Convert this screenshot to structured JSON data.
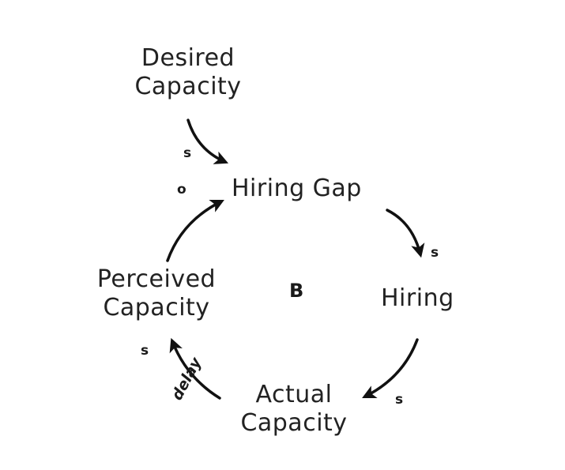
{
  "nodes": {
    "desired_capacity": [
      "Desired",
      "Capacity"
    ],
    "hiring_gap": "Hiring Gap",
    "hiring": "Hiring",
    "actual_capacity": [
      "Actual",
      "Capacity"
    ],
    "perceived_capacity": [
      "Perceived",
      "Capacity"
    ]
  },
  "links": [
    {
      "from": "Desired Capacity",
      "to": "Hiring Gap",
      "polarity": "s"
    },
    {
      "from": "Hiring Gap",
      "to": "Hiring",
      "polarity": "s"
    },
    {
      "from": "Hiring",
      "to": "Actual Capacity",
      "polarity": "s"
    },
    {
      "from": "Actual Capacity",
      "to": "Perceived Capacity",
      "polarity": "s",
      "note": "delay"
    },
    {
      "from": "Perceived Capacity",
      "to": "Hiring Gap",
      "polarity": "o"
    }
  ],
  "loop_label": "B",
  "colors": {
    "ink": "#111111",
    "background": "#ffffff"
  }
}
